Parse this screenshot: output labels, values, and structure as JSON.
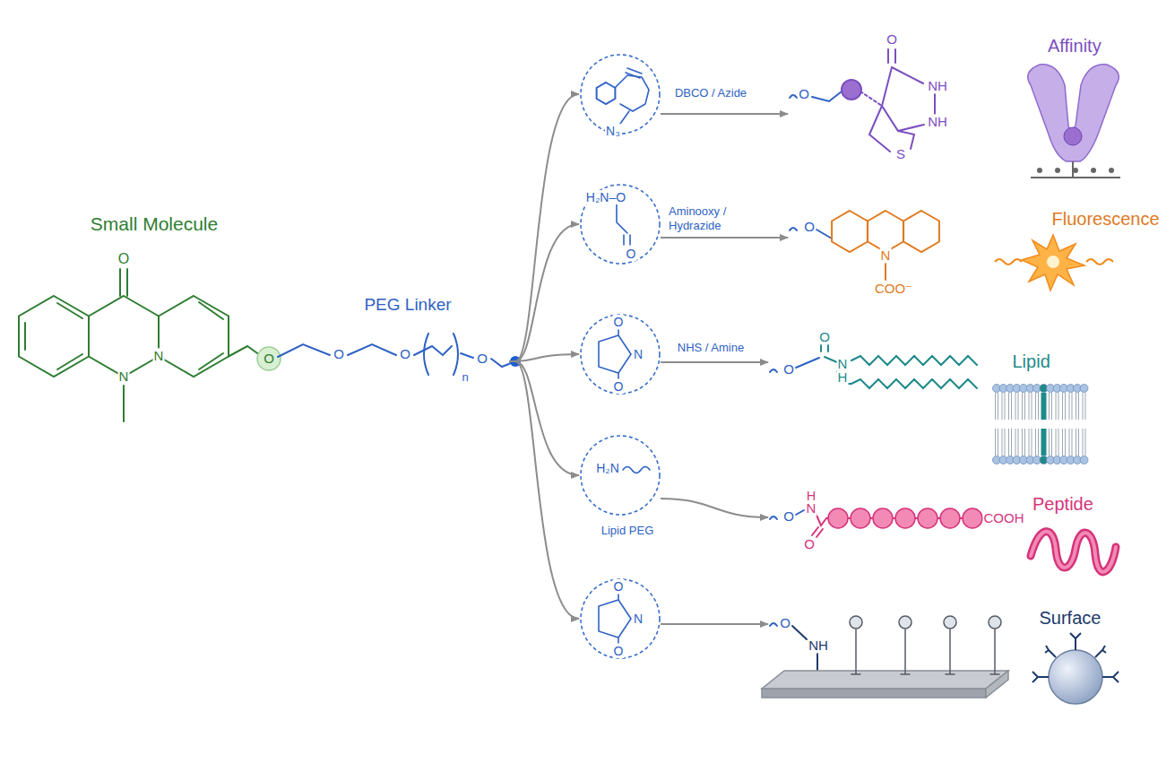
{
  "diagram": {
    "nodes": [
      {
        "text": [
          "Small Molecule"
        ]
      },
      {
        "text": [
          "DBCO / Azide",
          "N₃"
        ]
      },
      {
        "text": [
          "Aminooxy / Hydrazide",
          "H₂N–O",
          "O"
        ]
      },
      {
        "text": [
          "NHS / Amine",
          "O",
          "N",
          "O"
        ]
      },
      {
        "text": [
          "Lipid PEG",
          "H₂N"
        ]
      },
      {
        "text": [
          "O",
          "N",
          "O"
        ]
      },
      {
        "text": [
          "O",
          "O",
          "NH",
          "NH",
          "S"
        ]
      },
      {
        "text": [
          "O",
          "N",
          "COO⁻"
        ]
      },
      {
        "text": [
          "O",
          "O",
          "N",
          "H"
        ]
      },
      {
        "text": [
          "O",
          "H",
          "N",
          "O",
          "COOH"
        ]
      },
      {
        "text": [
          "O",
          "NH"
        ]
      },
      {
        "text": [
          "Affinity"
        ]
      },
      {
        "text": [
          "Fluorescence"
        ]
      },
      {
        "text": [
          "Lipid"
        ]
      },
      {
        "text": [
          "Peptide"
        ]
      },
      {
        "text": [
          "Surface"
        ]
      }
    ],
    "edges": [
      {
        "from": 0,
        "to": 1,
        "arrow": "to"
      },
      {
        "from": 0,
        "to": 2,
        "arrow": "to"
      },
      {
        "from": 0,
        "to": 3,
        "arrow": "to"
      },
      {
        "from": 0,
        "to": 4,
        "arrow": "to"
      },
      {
        "from": 0,
        "to": 5,
        "arrow": "to"
      },
      {
        "from": 1,
        "to": 6,
        "arrow": "to"
      },
      {
        "from": 2,
        "to": 7,
        "arrow": "to"
      },
      {
        "from": 3,
        "to": 8,
        "arrow": "to"
      },
      {
        "from": 4,
        "to": 9,
        "arrow": "to"
      },
      {
        "from": 5,
        "to": 10,
        "arrow": "to"
      }
    ],
    "labels": [
      "O",
      "N",
      "N",
      "O",
      "O",
      "O",
      "n",
      "O",
      "PEG Linker"
    ]
  }
}
